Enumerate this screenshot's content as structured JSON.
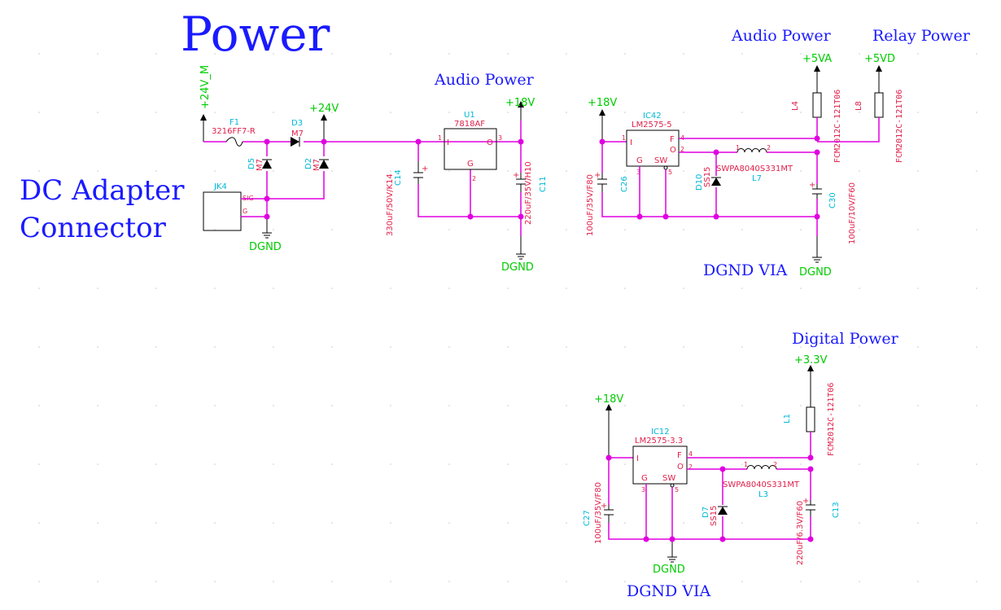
{
  "titles": {
    "power": "Power",
    "dc_adapter_1": "DC Adapter",
    "dc_adapter_2": "Connector",
    "audio_power_u1": "Audio Power",
    "audio_power_top": "Audio Power",
    "relay_power": "Relay Power",
    "digital_power": "Digital Power",
    "dgnd_via_1": "DGND VIA",
    "dgnd_via_2": "DGND VIA"
  },
  "nets": {
    "p24v_m": "+24V_M",
    "p24v": "+24V",
    "p18v_a": "+18V",
    "p18v_b": "+18V",
    "p18v_c": "+18V",
    "p5va": "+5VA",
    "p5vd": "+5VD",
    "p3v3": "+3.3V",
    "dgnd_1": "DGND",
    "dgnd_2": "DGND",
    "dgnd_3": "DGND",
    "dgnd_4": "DGND"
  },
  "parts": {
    "f1": {
      "ref": "F1",
      "value": "3216FF7-R"
    },
    "d3": {
      "ref": "D3",
      "value": "M7"
    },
    "d5": {
      "ref": "D5",
      "value": "M7"
    },
    "d2": {
      "ref": "D2",
      "value": "M7"
    },
    "jk4": {
      "ref": "JK4",
      "pin_sig": "SIG",
      "pin_g": "G"
    },
    "c14": {
      "ref": "C14",
      "value": "330uF/50V/K14"
    },
    "u1": {
      "ref": "U1",
      "value": "7818AF",
      "pin_i": "I",
      "pin_o": "O",
      "pin_g": "G",
      "n1": "1",
      "n2": "2",
      "n3": "3"
    },
    "c11": {
      "ref": "C11",
      "value": "220uF/35V/H10"
    },
    "ic42": {
      "ref": "IC42",
      "value": "LM2575-5",
      "pin_i": "I",
      "pin_f": "F",
      "pin_o": "O",
      "pin_g": "G",
      "pin_sw": "SW",
      "n1": "1",
      "n2": "2",
      "n3": "3",
      "n4": "4",
      "n5": "5"
    },
    "c26": {
      "ref": "C26",
      "value": "100uF/35V/F80"
    },
    "d10": {
      "ref": "D10",
      "value": "SS15"
    },
    "l7": {
      "ref": "L7",
      "value": "SWPA8040S331MT",
      "n1": "1",
      "n2": "2"
    },
    "c30": {
      "ref": "C30",
      "value": "100uF/10V/F60"
    },
    "l4": {
      "ref": "L4",
      "value": "FCM2012C-121T06"
    },
    "l8": {
      "ref": "L8",
      "value": "FCM2012C-121T06"
    },
    "ic12": {
      "ref": "IC12",
      "value": "LM2575-3.3",
      "pin_i": "I",
      "pin_f": "F",
      "pin_o": "O",
      "pin_g": "G",
      "pin_sw": "SW",
      "n2": "2",
      "n3": "3",
      "n4": "4",
      "n5": "5"
    },
    "c27": {
      "ref": "C27",
      "value": "100uF/35V/F80"
    },
    "d7": {
      "ref": "D7",
      "value": "SS15"
    },
    "l3": {
      "ref": "L3",
      "value": "SWPA8040S331MT",
      "n1": "1",
      "n2": "2"
    },
    "c13": {
      "ref": "C13",
      "value": "220uF/6.3V/F60"
    },
    "l1": {
      "ref": "L1",
      "value": "FCM2012C-121T06"
    }
  },
  "colors": {
    "wire": "#e000e0",
    "title": "#1a1aff",
    "net_label": "#00cc00",
    "ref_designator": "#00b8d8",
    "value": "#e0204a",
    "grid_dot": "#c8c8c8"
  }
}
